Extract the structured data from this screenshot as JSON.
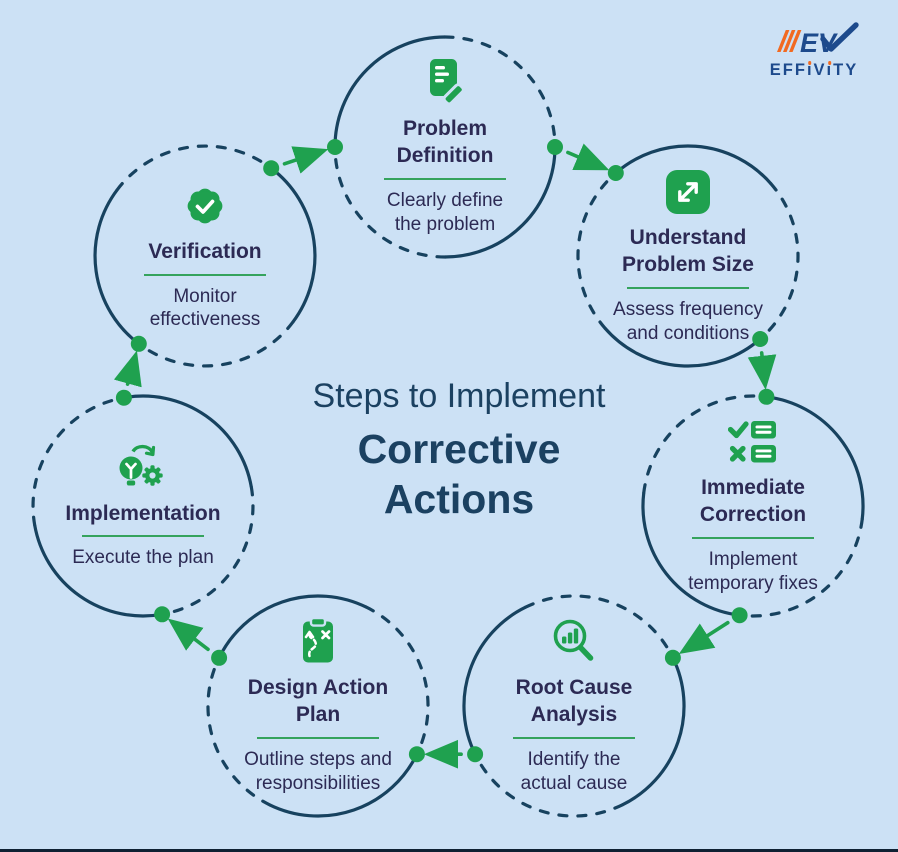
{
  "page": {
    "title": "Steps to Implement Corrective Actions"
  },
  "logo": {
    "brand": "EFFIVITY",
    "mark": "EV"
  },
  "center": {
    "line1": "Steps to Implement",
    "line2": "Corrective Actions"
  },
  "steps": [
    {
      "id": "problem-definition",
      "title": "Problem Definition",
      "subtitle": "Clearly define the problem",
      "icon": "note-edit-icon"
    },
    {
      "id": "understand-problem-size",
      "title": "Understand Problem Size",
      "subtitle": "Assess frequency and conditions",
      "icon": "expand-icon"
    },
    {
      "id": "immediate-correction",
      "title": "Immediate Correction",
      "subtitle": "Implement temporary fixes",
      "icon": "checklist-icon"
    },
    {
      "id": "root-cause-analysis",
      "title": "Root Cause Analysis",
      "subtitle": "Identify the actual cause",
      "icon": "magnifier-chart-icon"
    },
    {
      "id": "design-action-plan",
      "title": "Design Action Plan",
      "subtitle": "Outline steps and responsibilities",
      "icon": "strategy-clipboard-icon"
    },
    {
      "id": "implementation",
      "title": "Implementation",
      "subtitle": "Execute the plan",
      "icon": "bulb-gear-icon"
    },
    {
      "id": "verification",
      "title": "Verification",
      "subtitle": "Monitor effectiveness",
      "icon": "badge-check-icon"
    }
  ],
  "flow": {
    "direction": "clockwise",
    "sequence": [
      "Problem Definition",
      "Understand Problem Size",
      "Immediate Correction",
      "Root Cause Analysis",
      "Design Action Plan",
      "Implementation",
      "Verification"
    ]
  },
  "colors": {
    "background": "#cce1f5",
    "navy": "#17425f",
    "green": "#1fa14f",
    "underline_green": "#35a35d",
    "text_dark": "#2c2a54",
    "title_navy": "#1b4161",
    "logo_navy": "#1d4a8c",
    "logo_orange": "#f26a21",
    "bottom_border": "#0f2133"
  }
}
